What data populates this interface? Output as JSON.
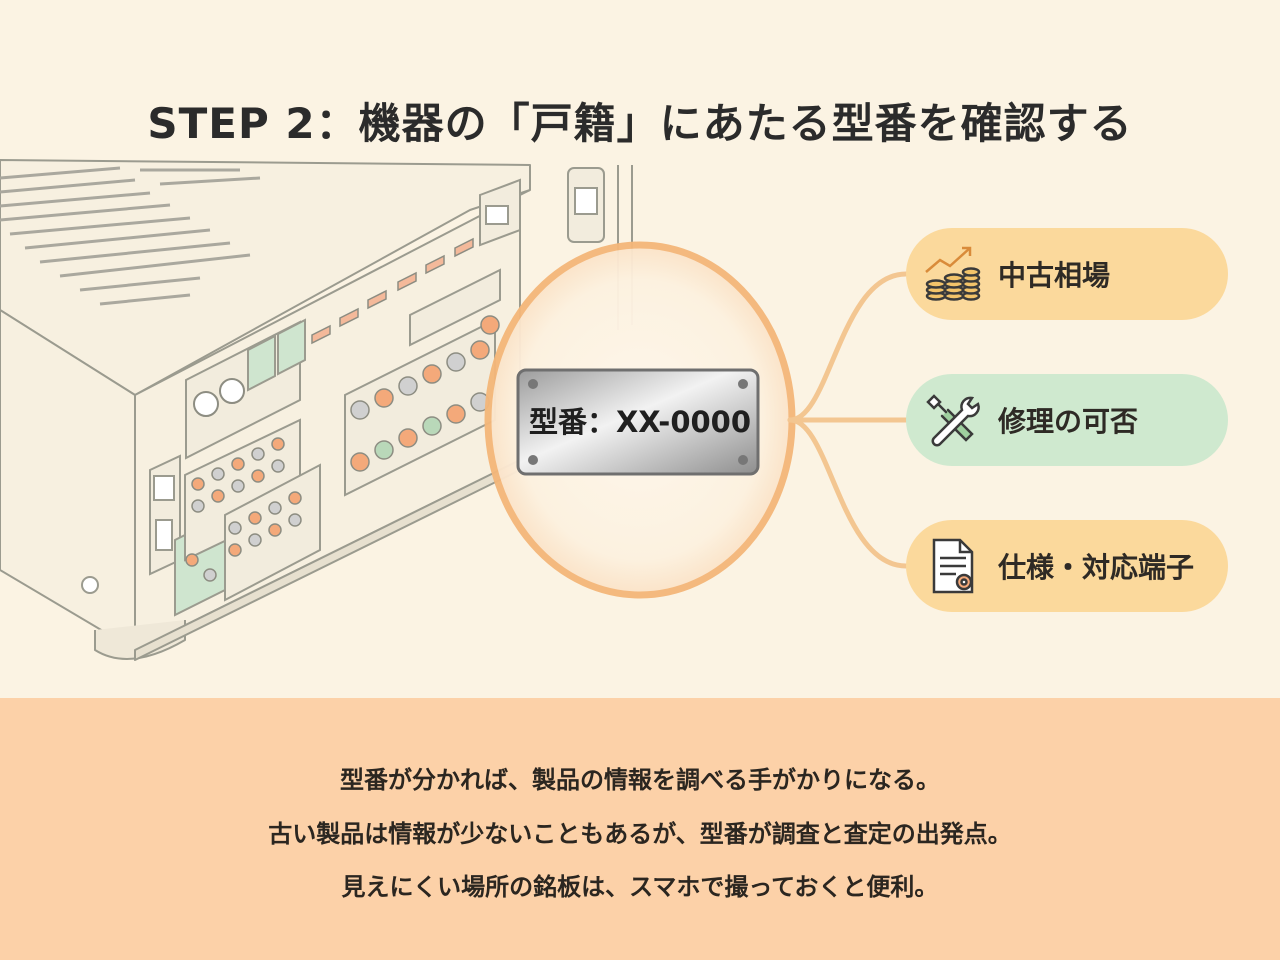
{
  "title": "STEP 2：機器の「戸籍」にあたる型番を確認する",
  "nameplate": {
    "text": "型番：XX-0000"
  },
  "cards": [
    {
      "label": "中古相場",
      "icon": "coins-chart-icon",
      "color": "#fbd99c"
    },
    {
      "label": "修理の可否",
      "icon": "wrench-screwdriver-icon",
      "color": "#cfe9cf"
    },
    {
      "label": "仕様・対応端子",
      "icon": "document-icon",
      "color": "#fbd99c"
    }
  ],
  "caption": [
    "型番が分かれば、製品の情報を調べる手がかりになる。",
    "古い製品は情報が少ないこともあるが、型番が調査と査定の出発点。",
    "見えにくい場所の銘板は、スマホで撮っておくと便利。"
  ],
  "colors": {
    "background": "#fbf3e3",
    "highlight": "#f4b77a",
    "bottom_band": "#fcd1a8"
  }
}
